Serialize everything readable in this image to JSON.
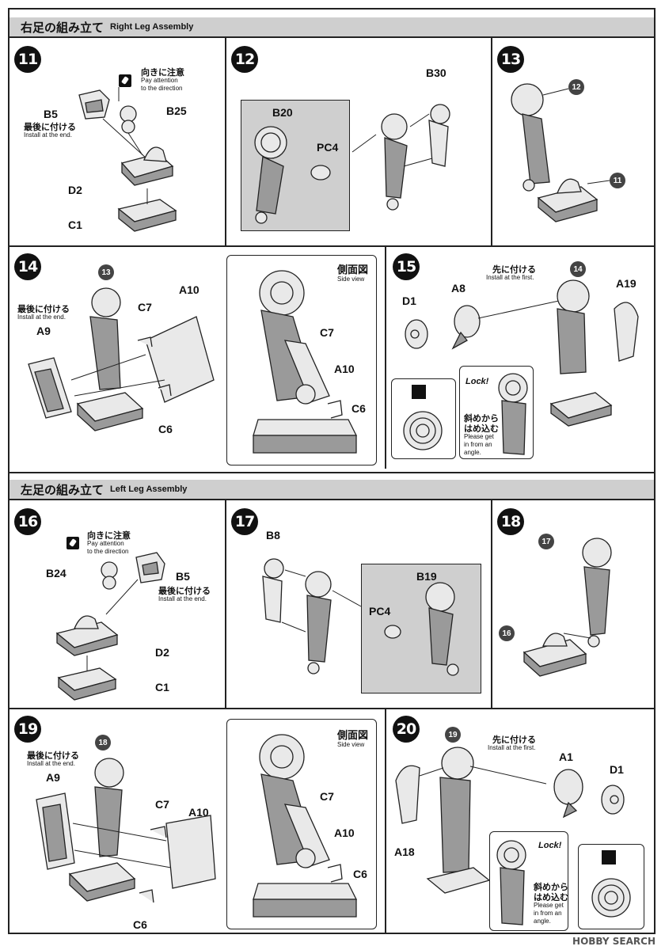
{
  "sections": {
    "right": {
      "jp": "右足の組み立て",
      "en": "Right Leg Assembly"
    },
    "left": {
      "jp": "左足の組み立て",
      "en": "Left Leg Assembly"
    }
  },
  "steps": {
    "s11": "11",
    "s12": "12",
    "s13": "13",
    "s14": "14",
    "s15": "15",
    "s16": "16",
    "s17": "17",
    "s18": "18",
    "s19": "19",
    "s20": "20"
  },
  "parts": {
    "B5": "B5",
    "B25": "B25",
    "D2": "D2",
    "C1": "C1",
    "B30": "B30",
    "B20": "B20",
    "PC4": "PC4",
    "A10": "A10",
    "C7": "C7",
    "A9": "A9",
    "C6": "C6",
    "D1": "D1",
    "A8": "A8",
    "A19": "A19",
    "B24": "B24",
    "B8": "B8",
    "B19": "B19",
    "A1": "A1",
    "A18": "A18"
  },
  "notes": {
    "direction_jp": "向きに注意",
    "direction_en1": "Pay attention",
    "direction_en2": "to the direction",
    "install_end_jp": "最後に付ける",
    "install_end_en": "Install at the end.",
    "install_first_jp": "先に付ける",
    "install_first_en": "Install at the first.",
    "side_view_jp": "側面図",
    "side_view_en": "Side view",
    "lock": "Lock!",
    "angle_jp1": "斜めから",
    "angle_jp2": "はめ込む",
    "angle_en1": "Please get",
    "angle_en2": "in from an",
    "angle_en3": "angle."
  },
  "watermark": "HOBBY SEARCH"
}
